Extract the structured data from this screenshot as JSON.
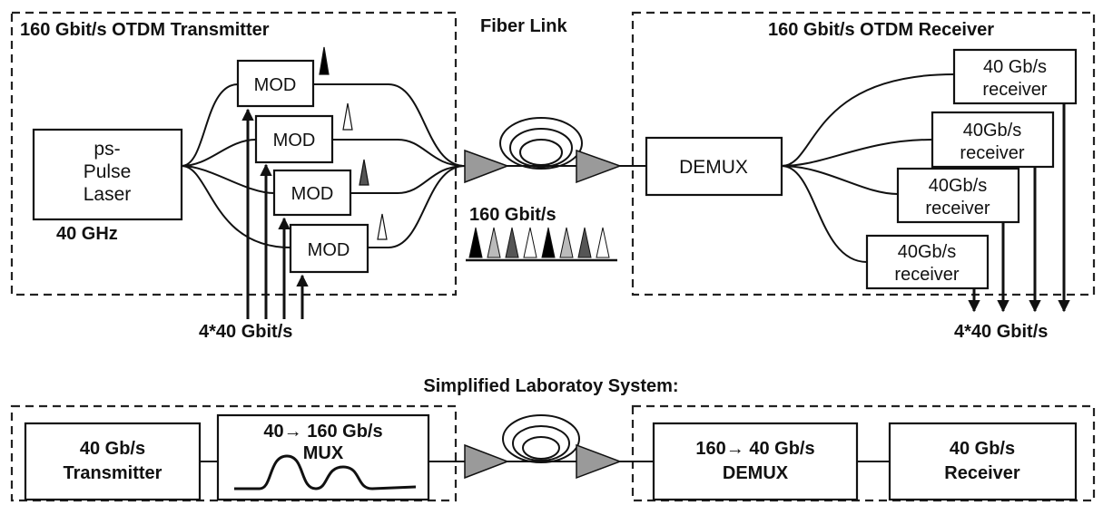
{
  "colors": {
    "line": "#111111",
    "amplifier_fill": "#9a9a9a",
    "pulse_black": "#000000",
    "pulse_dark_gray": "#555555",
    "pulse_light_gray": "#bbbbbb",
    "pulse_white": "#ffffff"
  },
  "top": {
    "transmitter_title": "160 Gbit/s OTDM Transmitter",
    "fiber_title": "Fiber Link",
    "receiver_title": "160 Gbit/s OTDM Receiver",
    "laser_lines": [
      "ps-",
      "Pulse",
      "Laser"
    ],
    "laser_freq": "40 GHz",
    "mod_labels": [
      "MOD",
      "MOD",
      "MOD",
      "MOD"
    ],
    "tx_rate": "4*40 Gbit/s",
    "link_rate": "160 Gbit/s",
    "demux_label": "DEMUX",
    "receivers": [
      {
        "line1": "40 Gb/s",
        "line2": "receiver"
      },
      {
        "line1": "40Gb/s",
        "line2": "receiver"
      },
      {
        "line1": "40Gb/s",
        "line2": "receiver"
      },
      {
        "line1": "40Gb/s",
        "line2": "receiver"
      }
    ],
    "rx_rate": "4*40 Gbit/s"
  },
  "bottom": {
    "title": "Simplified Laboratoy System:",
    "transmitter_line1": "40 Gb/s",
    "transmitter_line2": "Transmitter",
    "mux_line1": "40→ 160 Gb/s",
    "mux_line2": "MUX",
    "demux_line1": "160→ 40 Gb/s",
    "demux_line2": "DEMUX",
    "receiver_line1": "40 Gb/s",
    "receiver_line2": "Receiver"
  }
}
